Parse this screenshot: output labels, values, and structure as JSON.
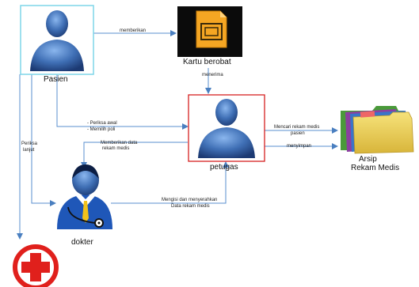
{
  "nodes": {
    "pasien": "Pasien",
    "kartu": "Kartu berobat",
    "petugas": "petugas",
    "dokter": "dokter",
    "arsip_line1": "Arsip",
    "arsip_line2": "Rekam Medis"
  },
  "edges": {
    "memberikan": "memberikan",
    "menerima": "menerima",
    "periksa_awal": "- Periksa awal",
    "memilih_poli": "- Memilih poli",
    "memberikan_data_1": "Memberikan data",
    "memberikan_data_2": "rekam medis",
    "mencari_1": "Mencari rekam medis",
    "mencari_2": "pasien",
    "menyimpan": "menyimpan",
    "periksa_lanjut_1": "Periksa",
    "periksa_lanjut_2": "lanjut",
    "mengisi_1": "Mengisi dan menyerahkan",
    "mengisi_2": "Data rekam medis"
  },
  "colors": {
    "arrow": "#5a8fcf",
    "pasien_border": "#7fd6e8",
    "petugas_border": "#d62020",
    "redcross": "#e0201c"
  }
}
